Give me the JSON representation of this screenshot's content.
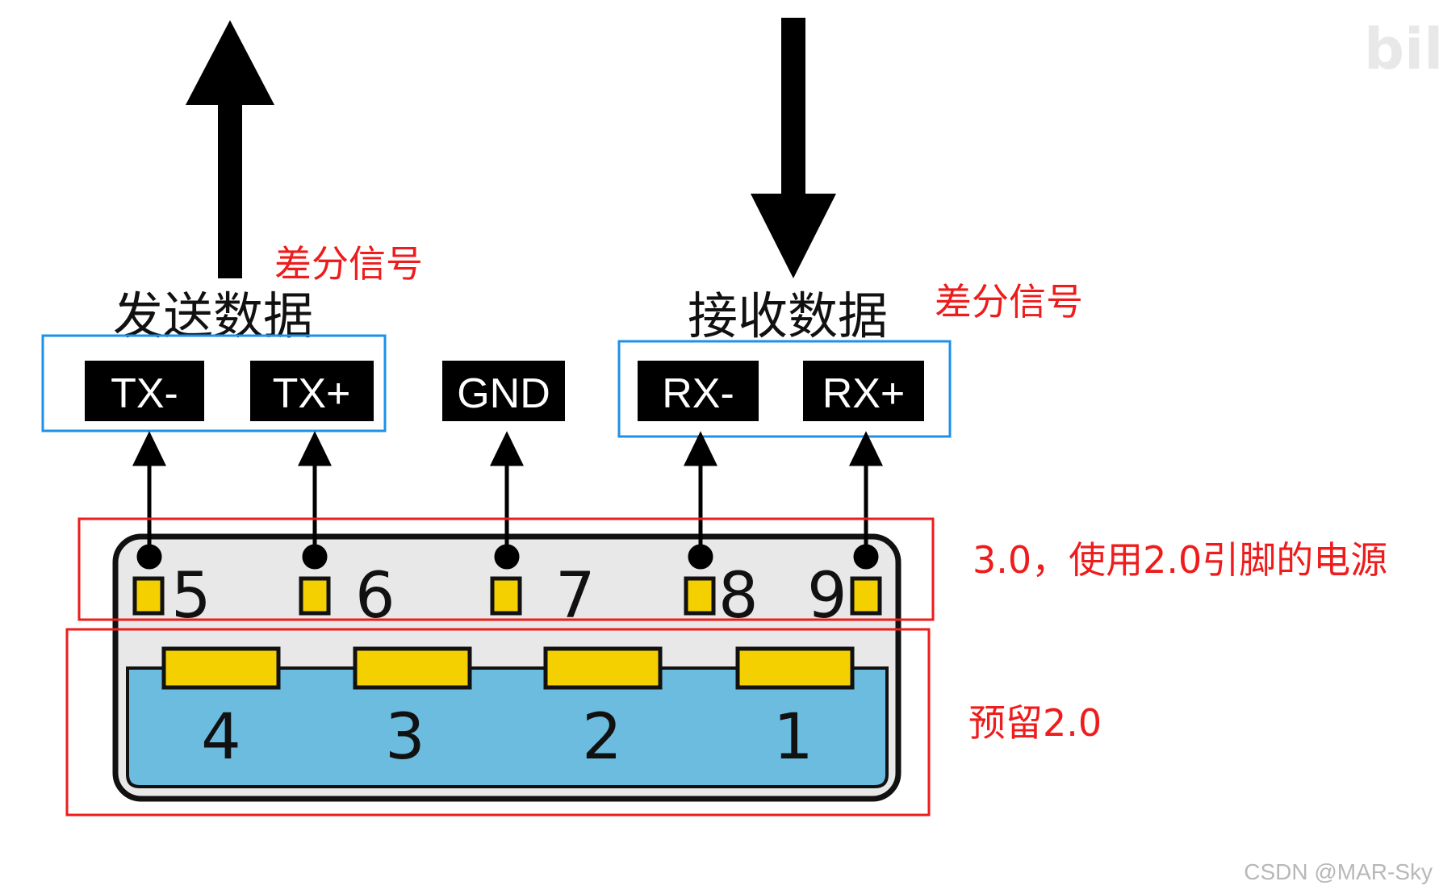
{
  "watermark_top_right": "bilibili",
  "send": {
    "title": "发送数据",
    "annotation": "差分信号"
  },
  "receive": {
    "title": "接收数据",
    "annotation": "差分信号"
  },
  "labels": {
    "tx_minus": "TX-",
    "tx_plus": "TX+",
    "gnd": "GND",
    "rx_minus": "RX-",
    "rx_plus": "RX+"
  },
  "usb3_pins": [
    "5",
    "6",
    "7",
    "8",
    "9"
  ],
  "usb2_pins": [
    "4",
    "3",
    "2",
    "1"
  ],
  "annotations": {
    "usb3_note": "3.0，使用2.0引脚的电源",
    "usb2_note": "预留2.0"
  },
  "footer": {
    "credit": "CSDN @MAR-Sky"
  },
  "colors": {
    "annotation_red": "#ee1c1c",
    "highlight_blue": "#1e90e8",
    "pin_yellow": "#f5d000",
    "usb2_blue": "#6bbcdf",
    "connector_body": "#e8e8e8"
  }
}
